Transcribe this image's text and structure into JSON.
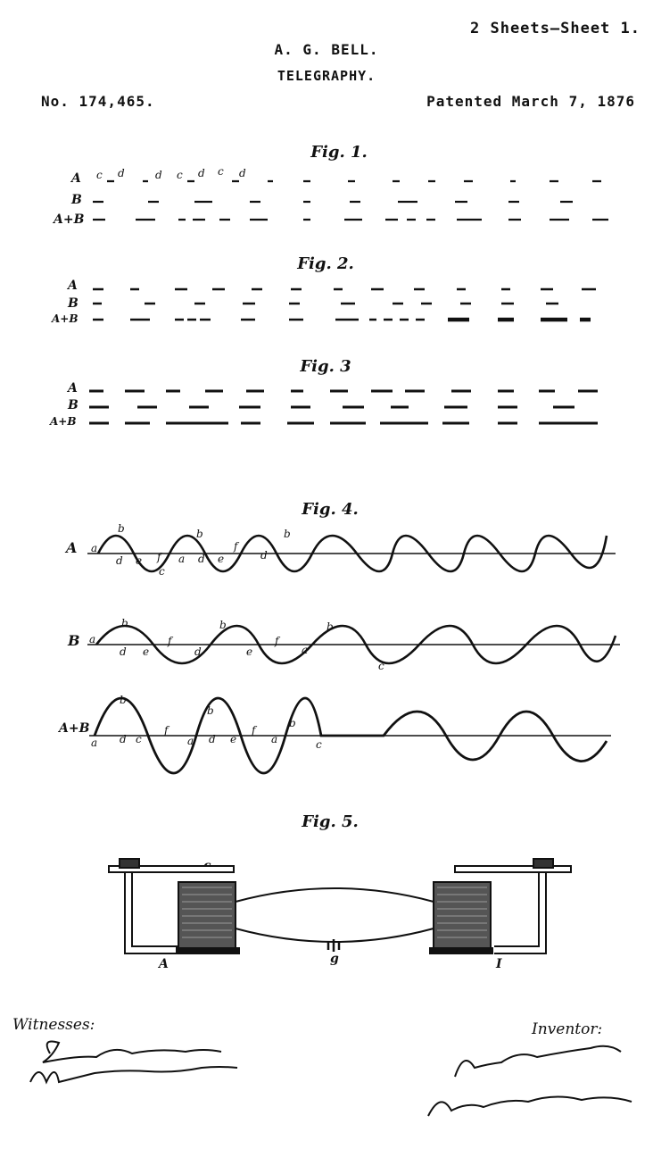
{
  "header": {
    "sheets": "2 Sheets—Sheet 1.",
    "inventor_name": "A. G. BELL.",
    "subject": "TELEGRAPHY.",
    "patent_number": "No. 174,465.",
    "patent_date": "Patented March 7, 1876"
  },
  "figures": {
    "fig1": {
      "label": "Fig. 1.",
      "rows": [
        "A",
        "B",
        "A+B"
      ]
    },
    "fig2": {
      "label": "Fig. 2.",
      "rows": [
        "A",
        "B",
        "A+B"
      ]
    },
    "fig3": {
      "label": "Fig. 3",
      "rows": [
        "A",
        "B",
        "A+B"
      ]
    },
    "fig4": {
      "label": "Fig. 4.",
      "rows": [
        "A",
        "B",
        "A+B"
      ]
    },
    "fig5": {
      "label": "Fig. 5.",
      "parts": [
        "c",
        "A",
        "g",
        "I"
      ]
    }
  },
  "footer": {
    "witnesses_label": "Witnesses:",
    "inventor_label": "Inventor:"
  }
}
